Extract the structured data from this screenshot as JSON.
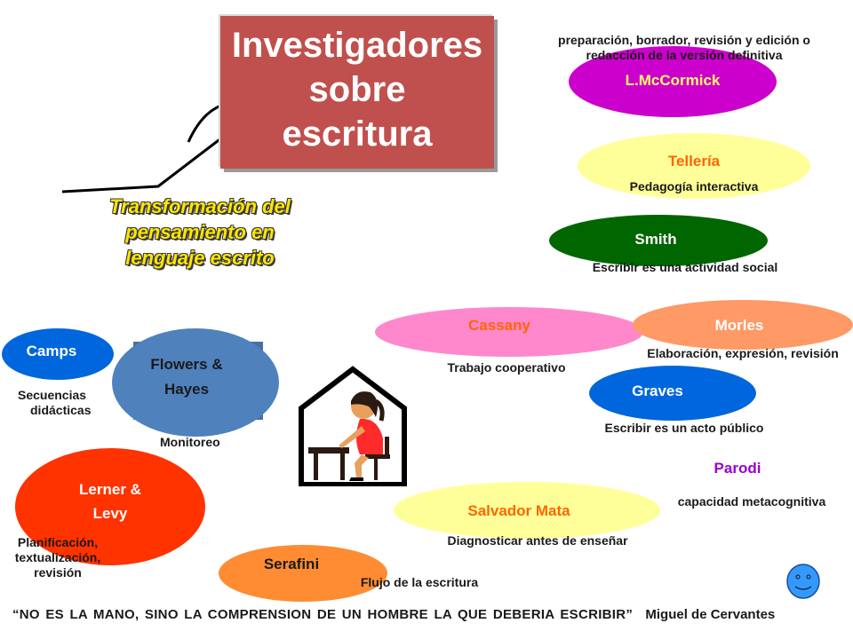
{
  "title": {
    "line1": "Investigadores",
    "line2": "sobre",
    "line3": "escritura"
  },
  "subtitle": {
    "line1": "Transformación del",
    "line2": "pensamiento en",
    "line3": "lenguaje escrito"
  },
  "researchers": {
    "mccormick": {
      "name": "L.McCormick",
      "note_line1": "preparación, borrador, revisión y edición o",
      "note_line2": "redacción de la versión definitiva"
    },
    "telleria": {
      "name": "Tellería",
      "note": "Pedagogía interactiva"
    },
    "smith": {
      "name": "Smith",
      "note": "Escribir es una actividad social"
    },
    "cassany": {
      "name": "Cassany",
      "note": "Trabajo cooperativo"
    },
    "morles": {
      "name": "Morles",
      "note": "Elaboración, expresión, revisión"
    },
    "graves": {
      "name": "Graves",
      "note": "Escribir es un acto público"
    },
    "parodi": {
      "name": "Parodi",
      "note": "capacidad metacognitiva"
    },
    "salvador": {
      "name": "Salvador Mata",
      "note": "Diagnosticar  antes de enseñar"
    },
    "serafini": {
      "name": "Serafini",
      "note": "Flujo de la escritura"
    },
    "camps": {
      "name": "Camps",
      "note_line1": "Secuencias",
      "note_line2": "didácticas"
    },
    "flowers": {
      "name_line1": "Flowers &",
      "name_line2": "Hayes",
      "note": "Monitoreo"
    },
    "lerner": {
      "name_line1": "Lerner &",
      "name_line2": "Levy",
      "note_line1": "Planificación,",
      "note_line2": "textualización,",
      "note_line3": "revisión"
    }
  },
  "quote": {
    "text": "“NO ES LA MANO, SINO LA COMPRENSION DE UN HOMBRE LA QUE DEBERIA ESCRIBIR”",
    "author": "Miguel de Cervantes"
  },
  "colors": {
    "title_bg": "#c0504d",
    "subtitle_text": "#ffe600",
    "mccormick": "#cc00cc",
    "telleria": "#ffff99",
    "smith": "#006600",
    "cassany": "#ff88cc",
    "morles": "#ff9966",
    "graves": "#0066dd",
    "flowers": "#4f81bd",
    "camps": "#0066dd",
    "lerner": "#ff3300",
    "salvador": "#ffff99",
    "serafini": "#ff8c33",
    "parodi_text": "#9900cc",
    "smiley": "#3399ff"
  },
  "icons": {
    "writer": "girl-writing-icon",
    "smiley": "smiley-face-icon"
  }
}
